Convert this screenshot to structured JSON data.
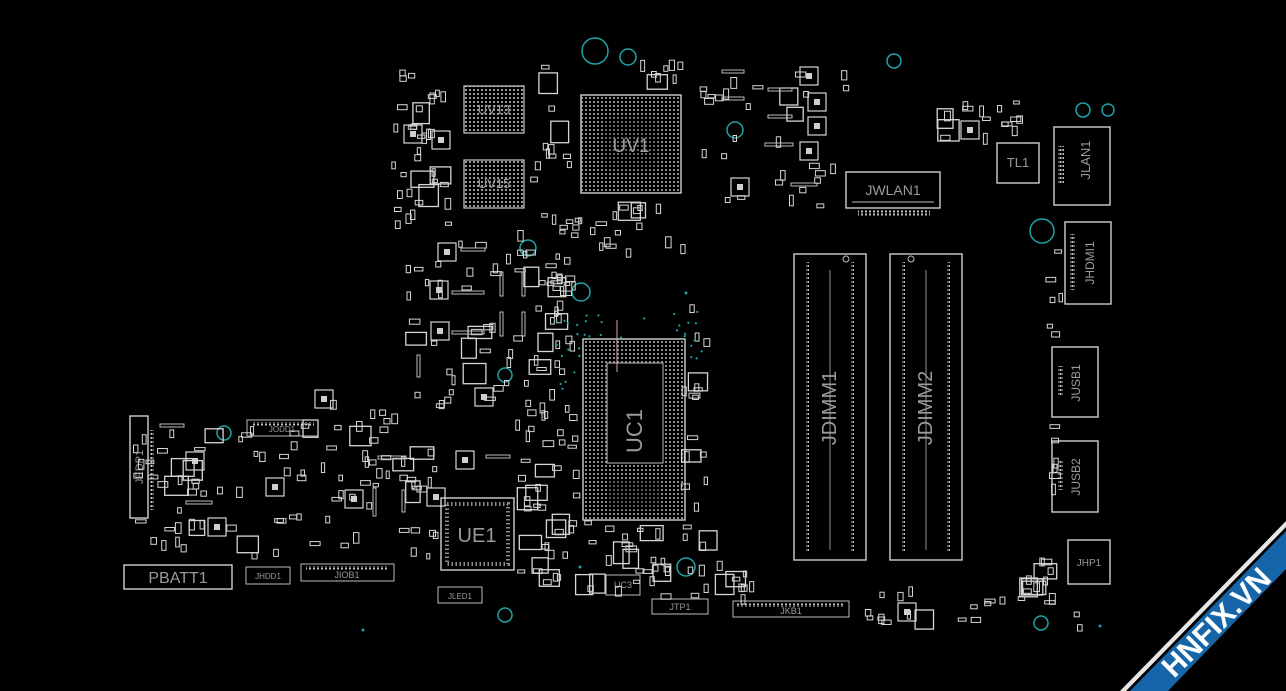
{
  "board": {
    "components": {
      "uv13": "UV13",
      "uv15": "UV15",
      "uv1": "UV1",
      "uc1": "UC1",
      "ue1": "UE1",
      "uc3": "UC3",
      "jwlan1": "JWLAN1",
      "jdimm1": "JDIMM1",
      "jdimm2": "JDIMM2",
      "tl1": "TL1",
      "jlan1": "JLAN1",
      "jhdmi1": "JHDMI1",
      "jusb1": "JUSB1",
      "jusb2": "JUSB2",
      "jhp1": "JHP1",
      "jedp1": "JEDP1",
      "pbatt1": "PBATT1",
      "jhdd1": "JHDD1",
      "jiob1": "JIOB1",
      "jled1": "JLED1",
      "jtp1": "JTP1",
      "jkb1": "JKB1",
      "jodd1": "JODD1"
    }
  },
  "watermark": {
    "text": "HNFIX.VN",
    "colors": {
      "band": "#1565a8",
      "text": "#ffffff",
      "accent_x": "#e02020"
    }
  }
}
